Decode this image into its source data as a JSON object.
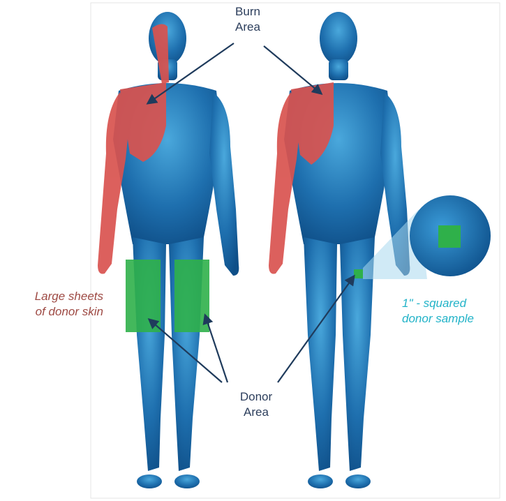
{
  "labels": {
    "burn_area": [
      "Burn",
      "Area"
    ],
    "donor_area": [
      "Donor",
      "Area"
    ],
    "large_sheets": [
      "Large sheets",
      "of donor skin"
    ],
    "squared_sample": [
      "1\" - squared",
      "donor sample"
    ]
  },
  "colors": {
    "body": "#1e6fae",
    "body_light": "#4aa8dc",
    "burn": "#d9534f",
    "donor": "#2fb04a",
    "arrow": "#1f3b5c",
    "callout": "#a9d8ee"
  }
}
